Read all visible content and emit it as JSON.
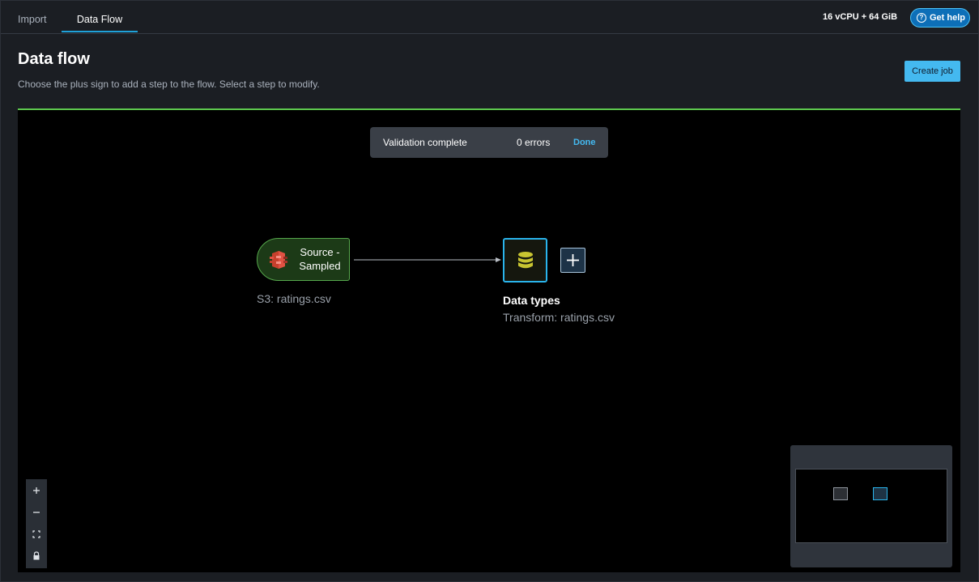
{
  "tabs": [
    {
      "label": "Import",
      "active": false
    },
    {
      "label": "Data Flow",
      "active": true
    }
  ],
  "resources": "16 vCPU + 64 GiB",
  "help": {
    "label": "Get help"
  },
  "header": {
    "title": "Data flow",
    "description": "Choose the plus sign to add a step to the flow. Select a step to modify.",
    "create_job_label": "Create job"
  },
  "validation": {
    "title": "Validation complete",
    "errors": "0 errors",
    "done_label": "Done"
  },
  "nodes": {
    "source": {
      "label": "Source -\nSampled",
      "subtitle": "S3: ratings.csv",
      "icon": "s3-bucket-icon"
    },
    "transform": {
      "title": "Data types",
      "subtitle": "Transform: ratings.csv",
      "icon": "database-icon"
    }
  },
  "colors": {
    "accent": "#44b9f0",
    "success": "#5ec94e",
    "source_fill": "#1c3a17",
    "selected_border": "#2ab4ec"
  }
}
